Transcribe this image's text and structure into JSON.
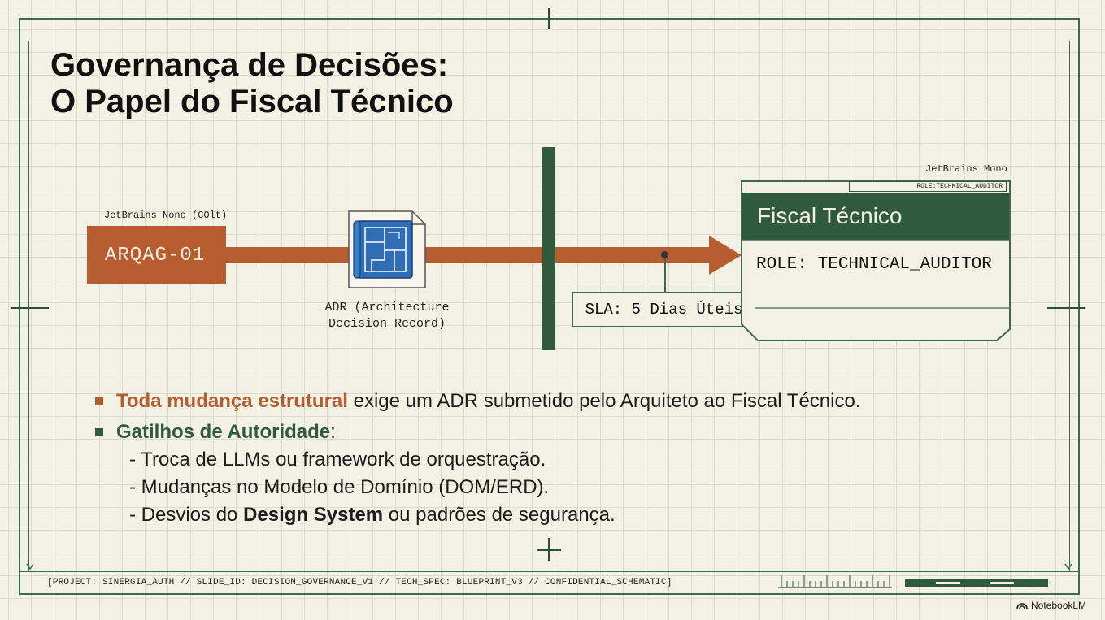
{
  "slide": {
    "title": "Governança de Decisões:\nO Papel do Fiscal Técnico"
  },
  "diagram": {
    "source": {
      "font_note": "JetBrains Nono (COlt)",
      "label": "ARQAG-01"
    },
    "document": {
      "icon": "blueprint-document-icon",
      "label": "ADR (Architecture\nDecision Record)"
    },
    "sla": {
      "label": "SLA: 5 Dias Úteis"
    },
    "target": {
      "font_note": "JetBrains Mono",
      "tag": "ROLE:TECHKICAL_AUDITOR",
      "title": "Fiscal Técnico",
      "role": "ROLE: TECHNICAL_AUDITOR"
    }
  },
  "bullets": [
    {
      "lead": "Toda mudança estrutural",
      "rest": " exige um ADR submetido pelo Arquiteto ao Fiscal Técnico."
    },
    {
      "lead": "Gatilhos de Autoridade",
      "rest": ":",
      "subitems": [
        {
          "before": "- Troca de LLMs ou framework de orquestração.",
          "bold": "",
          "after": ""
        },
        {
          "before": "- Mudanças no Modelo de Domínio (DOM/ERD).",
          "bold": "",
          "after": ""
        },
        {
          "before": "- Desvios do ",
          "bold": "Design System",
          "after": " ou padrões de segurança."
        }
      ]
    }
  ],
  "footer": {
    "text": "[PROJECT: SINERGIA_AUTH // SLIDE_ID: DECISION_GOVERNANCE_V1 // TECH_SPEC: BLUEPRINT_V3 // CONFIDENTIAL_SCHEMATIC]"
  },
  "brand": {
    "label": "NotebookLM",
    "icon": "notebooklm-logo-icon"
  },
  "colors": {
    "accent_orange": "#b55d2e",
    "accent_green": "#2f5a3c",
    "paper": "#f3f0e4",
    "line": "#3e6b4c"
  }
}
